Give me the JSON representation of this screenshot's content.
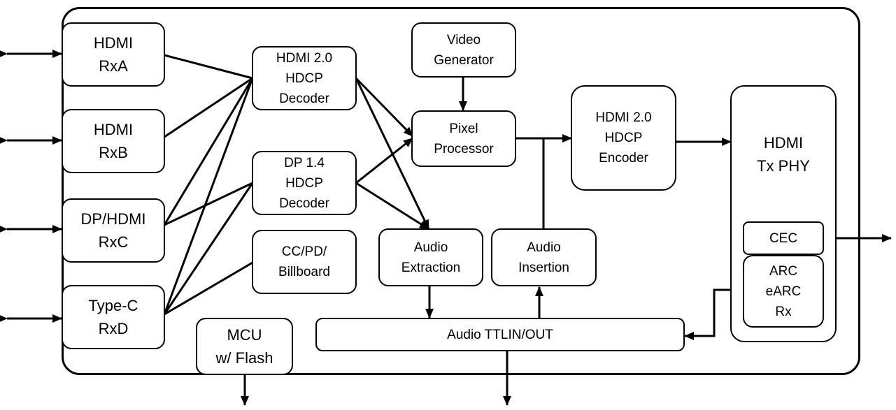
{
  "diagram": {
    "inputs": {
      "hdmi_rxa": [
        "HDMI",
        "RxA"
      ],
      "hdmi_rxb": [
        "HDMI",
        "RxB"
      ],
      "dp_hdmi_rxc": [
        "DP/HDMI",
        "RxC"
      ],
      "typec_rxd": [
        "Type-C",
        "RxD"
      ]
    },
    "decoders": {
      "hdmi_decoder": [
        "HDMI 2.0",
        "HDCP",
        "Decoder"
      ],
      "dp_decoder": [
        "DP 1.4",
        "HDCP",
        "Decoder"
      ],
      "cc_pd": [
        "CC/PD/",
        "Billboard"
      ]
    },
    "mcu": [
      "MCU",
      "w/ Flash"
    ],
    "video_generator": [
      "Video",
      "Generator"
    ],
    "pixel_processor": [
      "Pixel",
      "Processor"
    ],
    "audio_extraction": [
      "Audio",
      "Extraction"
    ],
    "audio_insertion": [
      "Audio",
      "Insertion"
    ],
    "audio_ttl": "Audio TTLIN/OUT",
    "hdmi_encoder": [
      "HDMI 2.0",
      "HDCP",
      "Encoder"
    ],
    "tx_phy": [
      "HDMI",
      "Tx PHY"
    ],
    "cec": "CEC",
    "arc": [
      "ARC",
      "eARC",
      "Rx"
    ]
  }
}
